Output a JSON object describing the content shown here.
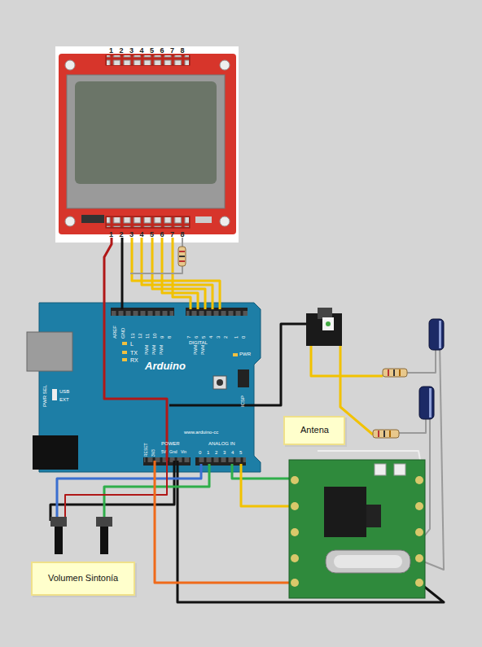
{
  "diagram": {
    "nodes": [
      {
        "text": [
          "Antena"
        ]
      },
      {
        "text": [
          "Volumen Sintonía"
        ]
      }
    ],
    "labels": [
      "1",
      "2",
      "3",
      "4",
      "5",
      "6",
      "7",
      "8",
      "1",
      "2",
      "3",
      "4",
      "5",
      "6",
      "7",
      "8",
      "AREF",
      "GND",
      "13",
      "12",
      "11",
      "10",
      "9",
      "8",
      "7",
      "6",
      "5",
      "4",
      "3",
      "2",
      "1",
      "0",
      "DIGITAL",
      "PWM",
      "PWM",
      "PWM",
      "PWM",
      "PWM",
      "L",
      "TX",
      "RX",
      "Arduino",
      "PWR",
      "PWR SEL",
      "USB",
      "EXT",
      "ICSP",
      "www.arduino-cc",
      "RESET",
      "3V3",
      "POWER",
      "5V",
      "Gnd",
      "Vin",
      "ANALOG IN",
      "0",
      "1",
      "2",
      "3",
      "4",
      "5"
    ]
  }
}
